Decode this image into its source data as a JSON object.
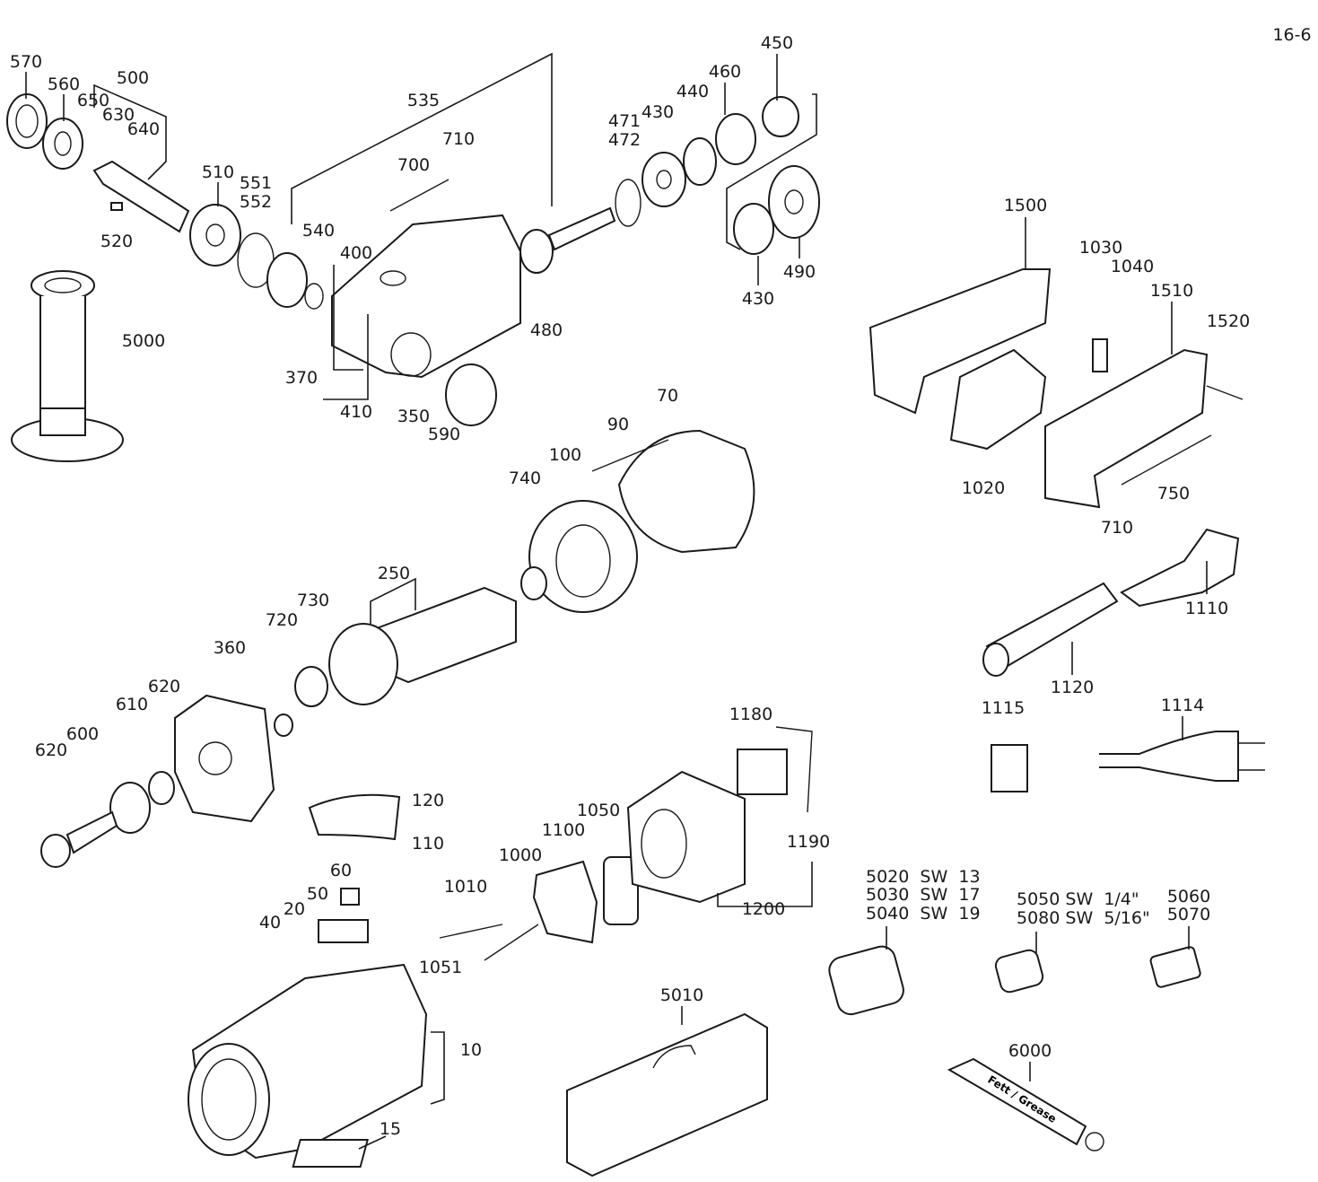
{
  "page_number": "16-6",
  "labels": [
    "570",
    "560",
    "500",
    "650",
    "630",
    "640",
    "510",
    "551",
    "552",
    "520",
    "535",
    "710",
    "700",
    "471",
    "472",
    "430",
    "440",
    "460",
    "450",
    "540",
    "400",
    "480",
    "370",
    "410",
    "350",
    "590",
    "5000",
    "430",
    "490",
    "1500",
    "1030",
    "1040",
    "1510",
    "1520",
    "1020",
    "750",
    "710",
    "90",
    "70",
    "100",
    "740",
    "250",
    "730",
    "720",
    "360",
    "620",
    "610",
    "600",
    "620",
    "1110",
    "1120",
    "1115",
    "1114",
    "1180",
    "120",
    "110",
    "1050",
    "1100",
    "1190",
    "1000",
    "60",
    "50",
    "1010",
    "20",
    "40",
    "1200",
    "1051",
    "5010",
    "10",
    "6000",
    "15"
  ],
  "sockets": {
    "group1": [
      "5020  SW  13",
      "5030  SW  17",
      "5040  SW  19"
    ],
    "group2": [
      "5050 SW  1/4\"",
      "5080 SW  5/16\""
    ],
    "group3": [
      "5060",
      "5070"
    ]
  },
  "grease_tube_text": "Fett / Grease"
}
